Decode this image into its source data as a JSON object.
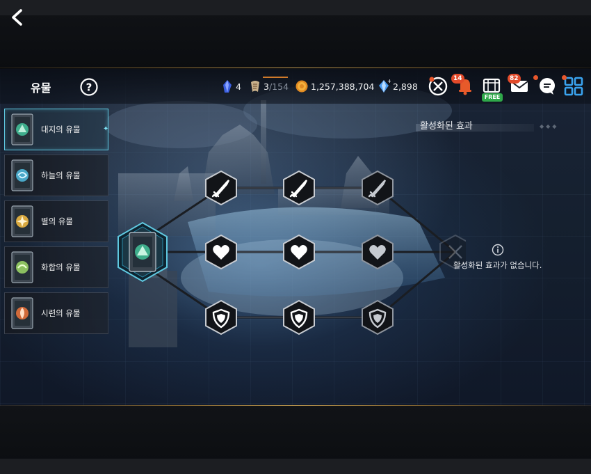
{
  "header": {
    "title": "유물"
  },
  "resources": {
    "crystal_count": "4",
    "stamina_current": "3",
    "stamina_max": "/154",
    "gold": "1,257,388,704",
    "gems": "2,898"
  },
  "badges": {
    "notifications": "14",
    "mail": "82",
    "free_label": "FREE"
  },
  "sidebar": {
    "items": [
      {
        "label": "대지의 유물",
        "active": true,
        "color": "#3fae8c"
      },
      {
        "label": "하늘의 유물",
        "active": false,
        "color": "#4aa8c8"
      },
      {
        "label": "별의 유물",
        "active": false,
        "color": "#d8a940"
      },
      {
        "label": "화합의 유물",
        "active": false,
        "color": "#8cc060"
      },
      {
        "label": "시련의 유물",
        "active": false,
        "color": "#d06a3a"
      }
    ]
  },
  "effects_panel": {
    "title": "활성화된 효과",
    "empty_message": "활성화된 효과가 없습니다."
  },
  "relic_tree": {
    "rows": [
      {
        "type": "attack",
        "icon": "sword-icon",
        "nodes": 3
      },
      {
        "type": "health",
        "icon": "heart-icon",
        "nodes": 3
      },
      {
        "type": "defense",
        "icon": "shield-icon",
        "nodes": 3
      }
    ]
  },
  "colors": {
    "accent": "#5fc8e0",
    "badge": "#e24a2a",
    "gold_line": "#c09a50",
    "free": "#2fa84a"
  }
}
